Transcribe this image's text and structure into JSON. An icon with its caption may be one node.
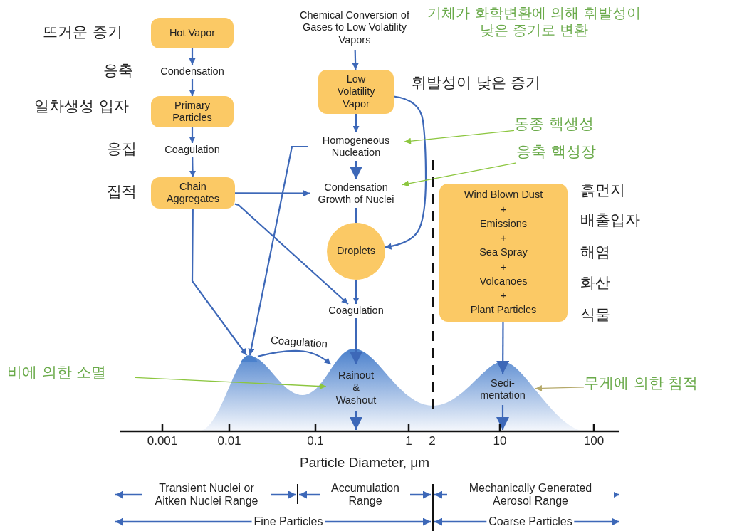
{
  "diagram": {
    "nodes": [
      {
        "text": [
          "Hot Vapor"
        ],
        "beside": [
          "뜨거운 증기"
        ]
      },
      {
        "text": [
          "Condensation"
        ],
        "beside": [
          "응축"
        ]
      },
      {
        "text": [
          "Primary Particles"
        ],
        "beside": [
          "일차생성 입자"
        ]
      },
      {
        "text": [
          "Coagulation"
        ],
        "beside": [
          "응집"
        ]
      },
      {
        "text": [
          "Chain Aggregates"
        ],
        "beside": [
          "집적"
        ]
      },
      {
        "text": [
          "Chemical Conversion of Gases to Low Volatility Vapors"
        ],
        "beside": [
          "기체가 화학변환에 의해 휘발성이 낮은 증기로 변환"
        ]
      },
      {
        "text": [
          "Low Volatility Vapor"
        ],
        "beside": [
          "휘발성이 낮은 증기"
        ]
      },
      {
        "text": [
          "Homogeneous Nucleation"
        ]
      },
      {
        "text": [
          "Condensation Growth of Nuclei"
        ]
      },
      {
        "text": [
          "Droplets"
        ]
      },
      {
        "text": [
          "Coagulation"
        ]
      },
      {
        "text": [
          "Wind Blown Dust",
          "+",
          "Emissions",
          "+",
          "Sea Spray",
          "+",
          "Volcanoes",
          "+",
          "Plant Particles"
        ],
        "beside": [
          "흙먼지",
          "배출입자",
          "해염",
          "화산",
          "식물"
        ]
      },
      {
        "text": [],
        "shape": "peak"
      },
      {
        "text": [
          "Rainout & Washout"
        ]
      },
      {
        "text": [
          "Sedi- mentation"
        ]
      },
      {
        "text": [
          "동종 핵생성"
        ]
      },
      {
        "text": [
          "응축 핵성장"
        ]
      },
      {
        "text": [
          "비에 의한 소멸"
        ]
      },
      {
        "text": [
          "무게에 의한 침적"
        ]
      }
    ],
    "edges": [
      {
        "from": 0,
        "to": 1,
        "arrow": "to"
      },
      {
        "from": 1,
        "to": 2,
        "arrow": "to"
      },
      {
        "from": 2,
        "to": 3,
        "arrow": "to"
      },
      {
        "from": 3,
        "to": 4,
        "arrow": "to"
      },
      {
        "from": 5,
        "to": 6,
        "arrow": "to"
      },
      {
        "from": 6,
        "to": 7,
        "arrow": "to"
      },
      {
        "from": 7,
        "to": 8,
        "arrow": "to"
      },
      {
        "from": 8,
        "to": 9,
        "arrow": "none"
      },
      {
        "from": 9,
        "to": 10,
        "arrow": "to"
      },
      {
        "from": 10,
        "to": 13,
        "arrow": "to"
      },
      {
        "from": 6,
        "to": 9,
        "arrow": "to"
      },
      {
        "from": 4,
        "to": 8,
        "arrow": "to"
      },
      {
        "from": 4,
        "to": 12,
        "arrow": "to"
      },
      {
        "from": 4,
        "to": 10,
        "arrow": "to"
      },
      {
        "from": 7,
        "to": 12,
        "arrow": "to"
      },
      {
        "from": 12,
        "to": 13,
        "arrow": "to",
        "label": "Coagulation"
      },
      {
        "from": 11,
        "to": 14,
        "arrow": "to"
      },
      {
        "from": 15,
        "to": 7,
        "arrow": "to",
        "color": "#8cc63f"
      },
      {
        "from": 16,
        "to": 8,
        "arrow": "to",
        "color": "#8cc63f"
      },
      {
        "from": 17,
        "to": 13,
        "arrow": "to",
        "color": "#8cc63f"
      },
      {
        "from": 18,
        "to": 14,
        "arrow": "to",
        "color": "#b5a96a"
      }
    ],
    "labels": [
      "0.001",
      "0.01",
      "0.1",
      "1",
      "2",
      "10",
      "100",
      "Particle Diameter, μm",
      "Transient Nuclei or Aitken Nuclei Range",
      "Accumulation Range",
      "Mechanically Generated Aerosol Range",
      "Fine Particles",
      "Coarse Particles"
    ]
  }
}
